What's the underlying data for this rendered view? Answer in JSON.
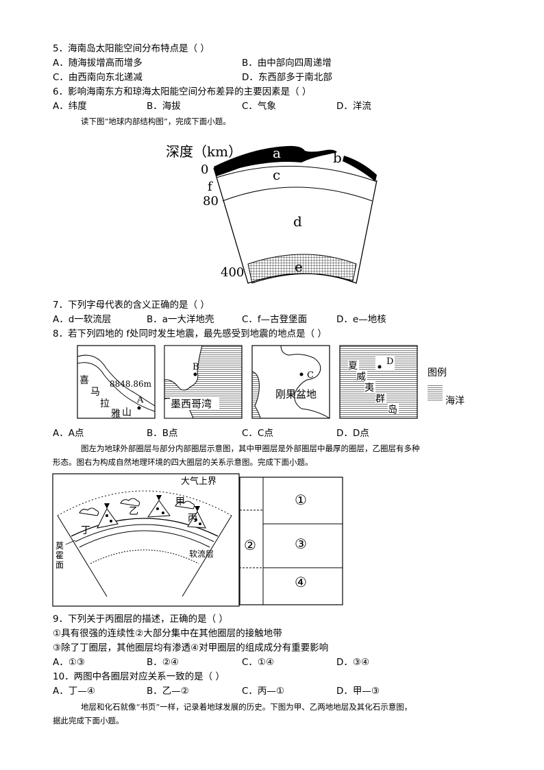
{
  "q5": {
    "stem": "5．海南岛太阳能空间分布特点是（    ）",
    "A": "A．随海拔增高而增多",
    "B": "B．由中部向四周递增",
    "C": "C．由西南向东北递减",
    "D": "D．东西部多于南北部"
  },
  "q6": {
    "stem": "6．影响海南东方和琼海太阳能空间分布差异的主要因素是（    ）",
    "A": "A．纬度",
    "B": "B．海拔",
    "C": "C．气象",
    "D": "D．洋流"
  },
  "intro1": "读下图“地球内部结构图”，完成下面小题。",
  "fig1": {
    "depth_label": "深度（km）",
    "tick_0": "0",
    "tick_80": "80",
    "tick_400": "400",
    "label_a": "a",
    "label_b": "b",
    "label_c": "c",
    "label_d": "d",
    "label_e": "e",
    "label_f": "f"
  },
  "q7": {
    "stem": "7．下列字母代表的含义正确的是（    ）",
    "A": "A．d一软流层",
    "B": "B．a一大洋地壳",
    "C": "C．f—古登堡面",
    "D": "D．e—地核"
  },
  "q8": {
    "stem": "8．若下列四地的 f处同时发生地震，最先感受到地震的地点是（    ）",
    "A": "A．A点",
    "B": "B．B点",
    "C": "C．C点",
    "D": "D．D点"
  },
  "fig2": {
    "p1_text1": "喜",
    "p1_text2": "马",
    "p1_text3": "拉",
    "p1_text4": "雅",
    "p1_text5": "山",
    "p1_elev": "8848.86m",
    "p1_point": "A",
    "p2_point": "B",
    "p2_name": "墨西哥湾",
    "p3_point": "C",
    "p3_name": "刚果盆地",
    "p4_point": "D",
    "p4_t1": "夏",
    "p4_t2": "威",
    "p4_t3": "夷",
    "p4_t4": "群",
    "p4_t5": "岛",
    "legend_title": "图例",
    "legend_ocean": "海洋"
  },
  "intro2_line1": "图左为地球外部圈层与部分内部圈层示意图，其中甲圈层是外部圈层中最厚的圈层，乙圈层有多种",
  "intro2_line2": "形态。图右为构成自然地理环境的四大圈层的关系示意图。完成下面小题。",
  "fig3": {
    "top_label": "大气上界",
    "jia": "甲",
    "yi": "乙",
    "bing": "丙",
    "ding": "丁",
    "moho": "莫霍面",
    "ruanliu": "软流层",
    "c1": "①",
    "c2": "②",
    "c3": "③",
    "c4": "④"
  },
  "q9": {
    "stem": "9．下列关于丙圈层的描述，正确的是（    ）",
    "s1": "①具有很强的连续性②大部分集中在其他圈层的接触地带",
    "s2": "③除了丁圈层，其他圈层均有渗透④对甲圈层的组成成分有重要影响",
    "A": "A．①③",
    "B": "B．②④",
    "C": "C．①④",
    "D": "D．③④"
  },
  "q10": {
    "stem": "10．两图中各圈层对应关系一致的是（    ）",
    "A": "A．丁—④",
    "B": "B．乙—②",
    "C": "C．丙—①",
    "D": "D．甲—③"
  },
  "intro3_line1": "地层和化石就像“书页”一样，记录着地球发展的历史。下图为甲、乙两地地层及其化石示意图，",
  "intro3_line2": "据此完成下面小题。"
}
